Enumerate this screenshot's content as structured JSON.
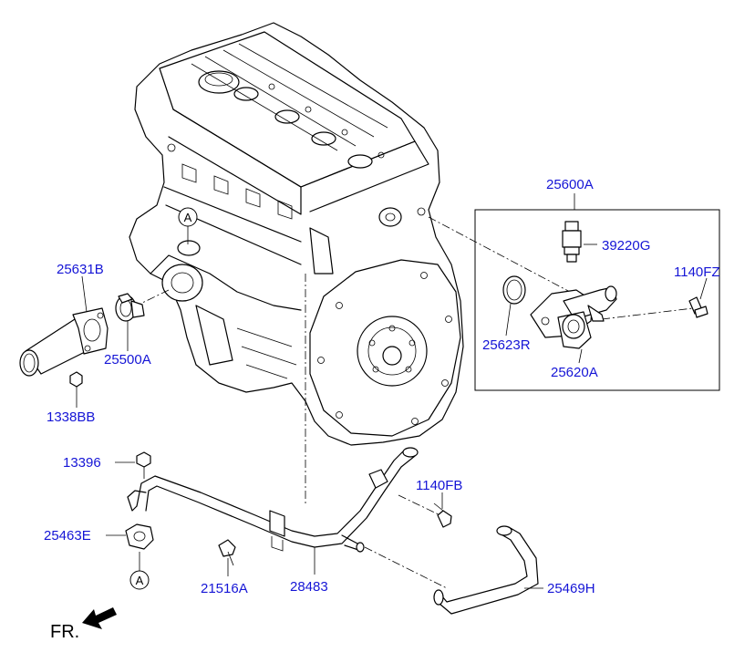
{
  "diagram": {
    "part_labels": {
      "p25600A": "25600A",
      "p39220G": "39220G",
      "p1140FZ": "1140FZ",
      "p25623R": "25623R",
      "p25620A": "25620A",
      "p25631B": "25631B",
      "p25500A": "25500A",
      "p1338BB": "1338BB",
      "p13396": "13396",
      "p1140FB": "1140FB",
      "p25463E": "25463E",
      "p21516A": "21516A",
      "p28483": "28483",
      "p25469H": "25469H"
    },
    "reference_markers": [
      "A",
      "A"
    ],
    "front_indicator": "FR.",
    "colors": {
      "label": "#1515d6",
      "line": "#000000",
      "background": "#ffffff"
    }
  }
}
